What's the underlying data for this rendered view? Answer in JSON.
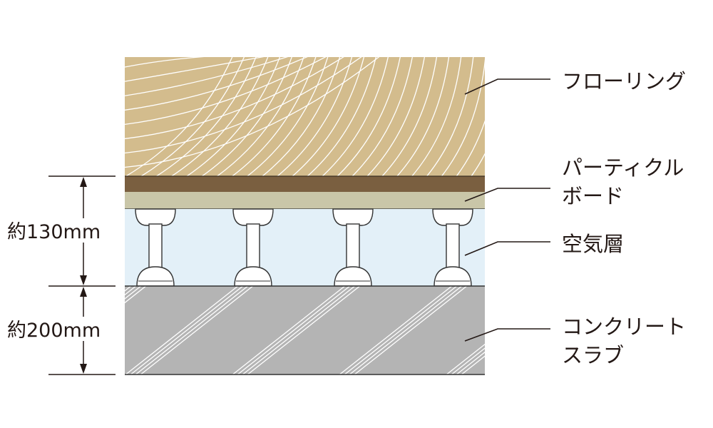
{
  "layers": {
    "flooring": {
      "label": "フローリング",
      "color": "#d3bc8d"
    },
    "particleboard": {
      "label_line1": "パーティクル",
      "label_line2": "ボード",
      "dark_color": "#7a5f40",
      "light_color": "#c9c6a8"
    },
    "air_layer": {
      "label": "空気層",
      "color": "#e3f0f8"
    },
    "concrete_slab": {
      "label_line1": "コンクリート",
      "label_line2": "スラブ",
      "color": "#b4b4b4"
    }
  },
  "dimensions": {
    "upper": "約130mm",
    "lower": "約200mm"
  }
}
